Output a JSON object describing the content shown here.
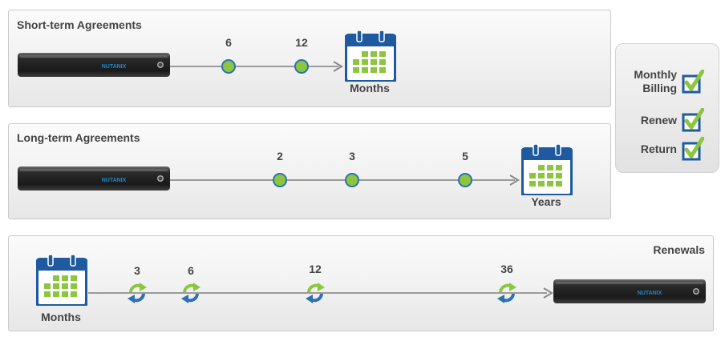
{
  "short_term": {
    "title": "Short-term Agreements",
    "ticks": [
      "6",
      "12"
    ],
    "unit": "Months"
  },
  "long_term": {
    "title": "Long-term Agreements",
    "ticks": [
      "2",
      "3",
      "5"
    ],
    "unit": "Years"
  },
  "renewals": {
    "title": "Renewals",
    "ticks": [
      "3",
      "6",
      "12",
      "36"
    ],
    "unit": "Months"
  },
  "legend": {
    "items": [
      "Monthly Billing",
      "Renew",
      "Return"
    ]
  },
  "colors": {
    "accent_green": "#8cc63f",
    "accent_blue": "#2f70b0",
    "server_text": "#1e88c8"
  },
  "brand": "NUTANIX",
  "icons": [
    "server-icon",
    "calendar-icon",
    "checkbox-checked-icon",
    "renew-cycle-icon"
  ]
}
